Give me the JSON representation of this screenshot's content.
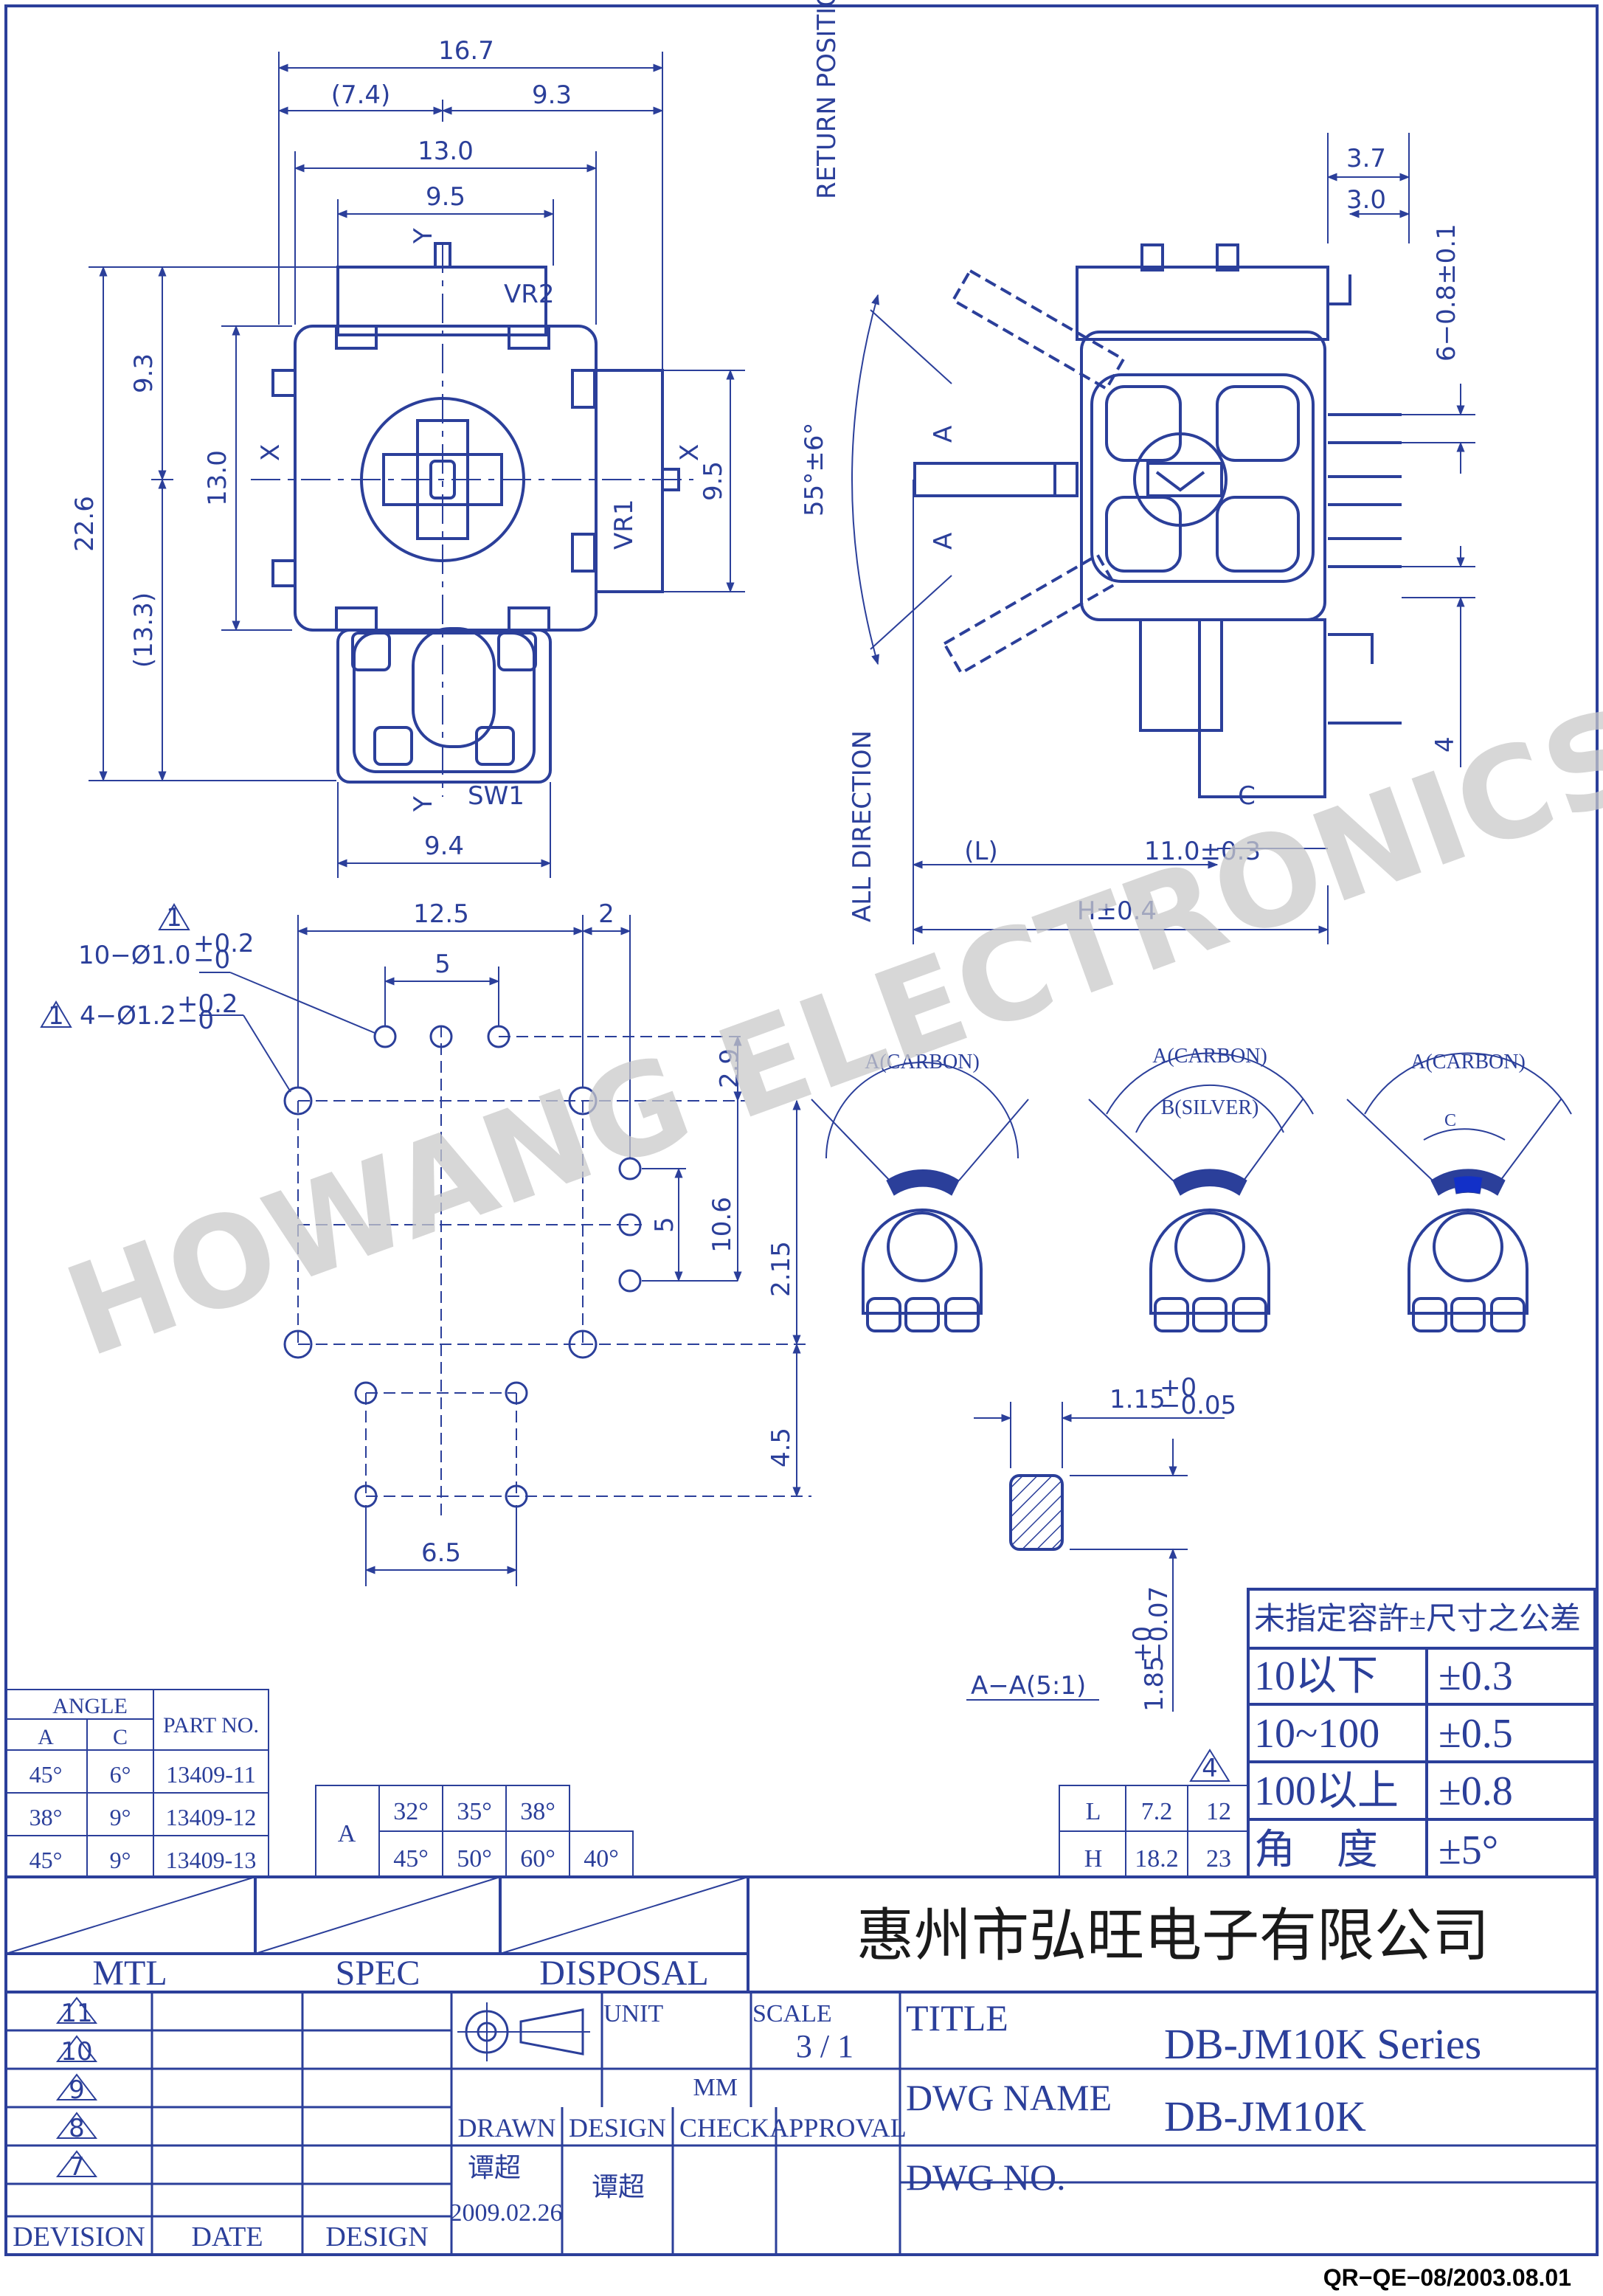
{
  "watermark": "HOWANG ELECTRONICS",
  "top_view": {
    "dims": {
      "w_total": "16.7",
      "w_left": "(7.4)",
      "w_right": "9.3",
      "w_body": "13.0",
      "w_top": "9.5",
      "h_total": "22.6",
      "h_upper": "9.3",
      "h_lower": "(13.3)",
      "h_body": "13.0",
      "h_right": "9.5",
      "w_bottom": "9.4"
    },
    "labels": {
      "vr2": "VR2",
      "vr1": "VR1",
      "sw1": "SW1",
      "x": "X",
      "y": "Y"
    }
  },
  "side_view": {
    "return_position": "RETURN POSITION",
    "all_direction": "ALL DIRECTION",
    "angle": "55°±6°",
    "section_mark": "A",
    "dims": {
      "d1": "3.7",
      "d2": "3.0",
      "pin": "6−0.8±0.1",
      "h4": "4",
      "l_dim": "(L)",
      "l_tol": "11.0±0.3",
      "h_dim": "H±0.4",
      "c_mark": "C"
    }
  },
  "footprint": {
    "dims": {
      "w": "12.5",
      "w2": "2",
      "p5": "5",
      "h29": "2.9",
      "v5": "5",
      "v106": "10.6",
      "v215": "2.15",
      "v45": "4.5",
      "w65": "6.5"
    },
    "note1_mark": "1",
    "note1_holes": "10−Ø1.0",
    "note1_tol_up": "+0.2",
    "note1_tol_dn": "−0",
    "note2_mark": "1",
    "note2_holes": "4−Ø1.2",
    "note2_tol_up": "+0.2",
    "note2_tol_dn": "−0"
  },
  "resistors": [
    {
      "label_a": "A(CARBON)",
      "label_b": ""
    },
    {
      "label_a": "A(CARBON)",
      "label_b": "B(SILVER)"
    },
    {
      "label_a": "A(CARBON)",
      "label_b": "C"
    }
  ],
  "section": {
    "w": "1.15",
    "w_up": "+0",
    "w_dn": "−0.05",
    "h": "1.85",
    "h_up": "+0",
    "h_dn": "−0.07",
    "label": "A−A(5:1)"
  },
  "tolerance_table": {
    "header": "未指定容許±尺寸之公差",
    "rows": [
      {
        "range": "10以下",
        "tol": "±0.3"
      },
      {
        "range": "10~100",
        "tol": "±0.5"
      },
      {
        "range": "100以上",
        "tol": "±0.8"
      },
      {
        "range": "角　度",
        "tol": "±5°"
      }
    ]
  },
  "angle_table": {
    "title": "ANGLE",
    "cols": [
      "A",
      "C"
    ],
    "part_header": "PART NO.",
    "rows": [
      {
        "a": "45°",
        "c": "6°",
        "part": "13409-11"
      },
      {
        "a": "38°",
        "c": "9°",
        "part": "13409-12"
      },
      {
        "a": "45°",
        "c": "9°",
        "part": "13409-13"
      }
    ]
  },
  "a_table": {
    "label": "A",
    "row1": [
      "32°",
      "35°",
      "38°"
    ],
    "row2": [
      "45°",
      "50°",
      "60°",
      "40°"
    ]
  },
  "lh_table": {
    "note_mark": "4",
    "rows": [
      {
        "k": "L",
        "v1": "7.2",
        "v2": "12"
      },
      {
        "k": "H",
        "v1": "18.2",
        "v2": "23"
      }
    ]
  },
  "title_block": {
    "company": "惠州市弘旺电子有限公司",
    "mtl": "MTL",
    "spec": "SPEC",
    "disposal": "DISPOSAL",
    "revisions": [
      "11",
      "10",
      "9",
      "8",
      "7"
    ],
    "division": "DEVISION",
    "date": "DATE",
    "design": "DESIGN",
    "unit_label": "UNIT",
    "unit_value": "MM",
    "scale_label": "SCALE",
    "scale_value": "3 / 1",
    "title_label": "TITLE",
    "title_value": "DB-JM10K Series",
    "dwg_name_label": "DWG NAME",
    "dwg_name_value": "DB-JM10K",
    "dwg_no_label": "DWG NO.",
    "drawn": "DRAWN",
    "design_col": "DESIGN",
    "check": "CHECK",
    "approval": "APPROVAL",
    "drawn_by": "谭超",
    "drawn_date": "2009.02.26",
    "design_by": "谭超"
  },
  "doc_code": "QR−QE−08/2003.08.01"
}
